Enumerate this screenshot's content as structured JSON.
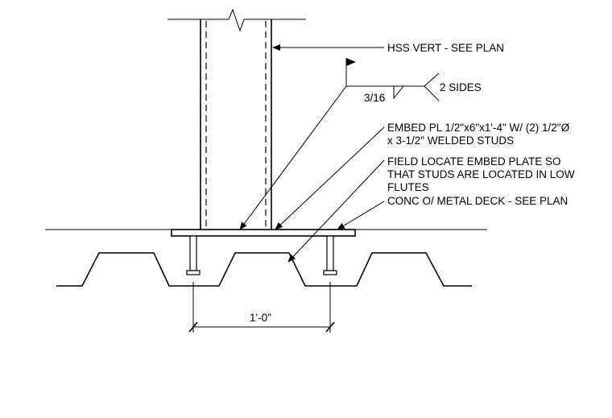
{
  "labels": {
    "hss": "HSS VERT - SEE PLAN",
    "weld_sides": "2 SIDES",
    "weld_size": "3/16",
    "embed_line1": "EMBED PL 1/2\"x6\"x1'-4\" W/ (2) 1/2\"Ø",
    "embed_line2": "x 3-1/2\" WELDED STUDS",
    "field_line1": "FIELD LOCATE EMBED PLATE SO",
    "field_line2": "THAT STUDS ARE LOCATED IN LOW",
    "field_line3": "FLUTES",
    "conc": "CONC O/ METAL DECK - SEE PLAN",
    "dimension": "1'-0\""
  }
}
